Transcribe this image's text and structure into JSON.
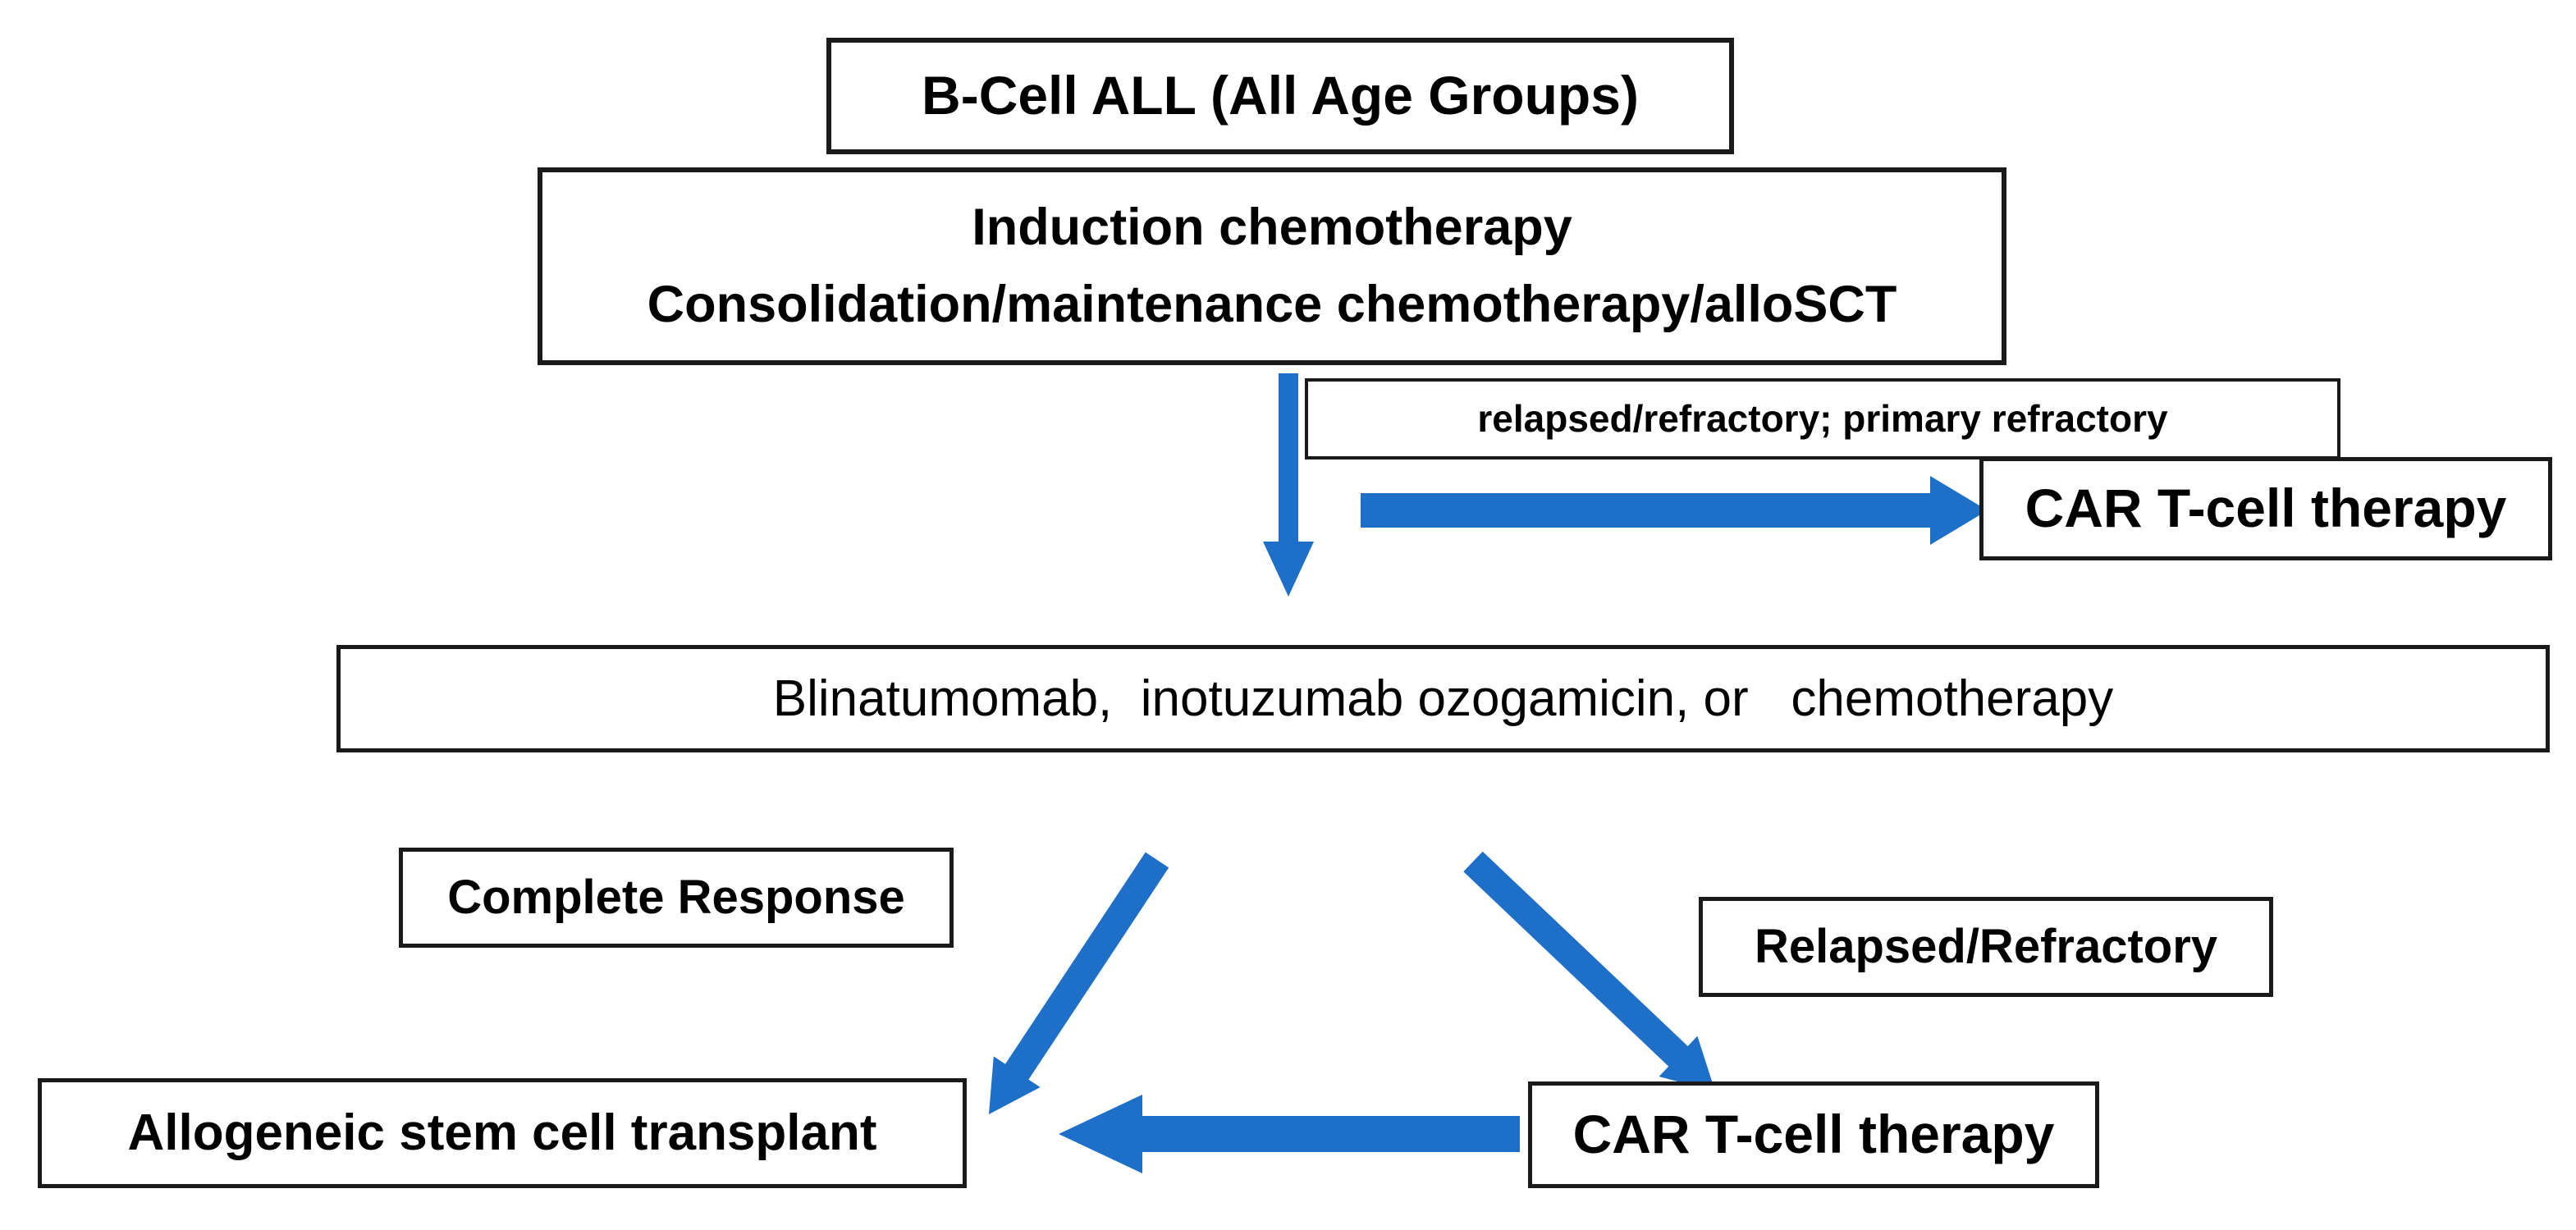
{
  "colors": {
    "arrow": "#1E6FC8",
    "border": "#1a1a1a",
    "text": "#000000",
    "background": "#ffffff"
  },
  "nodes": {
    "bcell_all": {
      "label": "B-Cell ALL (All Age Groups)"
    },
    "induction": {
      "line1": "Induction chemotherapy",
      "line2": "Consolidation/maintenance chemotherapy/alloSCT"
    },
    "relapsed_primary_refractory": {
      "label": "relapsed/refractory; primary refractory"
    },
    "car_t_top": {
      "label": "CAR T-cell therapy"
    },
    "blinatumomab": {
      "label": "Blinatumomab,  inotuzumab ozogamicin, or   chemotherapy"
    },
    "complete_response": {
      "label": "Complete Response"
    },
    "relapsed_refractory": {
      "label": "Relapsed/Refractory"
    },
    "allogeneic_sct": {
      "label": "Allogeneic stem cell transplant"
    },
    "car_t_bottom": {
      "label": "CAR T-cell therapy"
    }
  },
  "arrows": [
    {
      "name": "induction-down-arrow",
      "direction": "down"
    },
    {
      "name": "refractory-to-car-t-right-arrow",
      "direction": "right"
    },
    {
      "name": "complete-response-to-allo-diagonal-arrow",
      "direction": "down-left"
    },
    {
      "name": "relapsed-to-car-t-diagonal-arrow",
      "direction": "down-right"
    },
    {
      "name": "car-t-to-allo-left-arrow",
      "direction": "left"
    }
  ]
}
